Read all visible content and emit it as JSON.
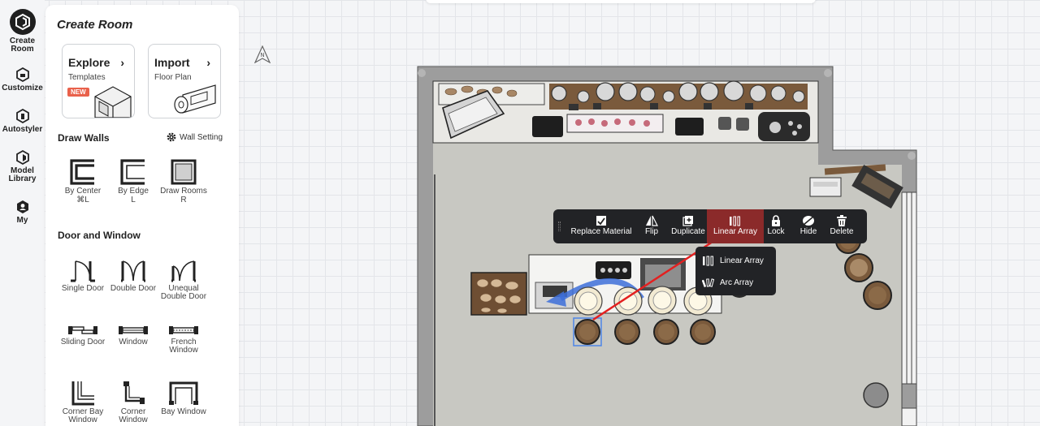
{
  "rail": [
    {
      "label": "Create",
      "label2": "Room",
      "icon": "create-room-icon"
    },
    {
      "label": "Customize",
      "label2": "",
      "icon": "customize-icon"
    },
    {
      "label": "Autostyler",
      "label2": "",
      "icon": "autostyler-icon"
    },
    {
      "label": "Model",
      "label2": "Library",
      "icon": "model-library-icon"
    },
    {
      "label": "My",
      "label2": "",
      "icon": "my-icon"
    }
  ],
  "panel": {
    "title": "Create Room",
    "explore": {
      "title": "Explore",
      "subtitle": "Templates",
      "badge": "NEW"
    },
    "import": {
      "title": "Import",
      "subtitle": "Floor Plan"
    },
    "draw_walls": {
      "title": "Draw Walls",
      "wall_setting": "Wall Setting",
      "tools": [
        {
          "label": "By Center",
          "key": "⌘L"
        },
        {
          "label": "By Edge",
          "key": "L"
        },
        {
          "label": "Draw Rooms",
          "key": "R"
        }
      ]
    },
    "door_window": {
      "title": "Door and Window",
      "tools": [
        {
          "label": "Single Door",
          "label2": ""
        },
        {
          "label": "Double Door",
          "label2": ""
        },
        {
          "label": "Unequal",
          "label2": "Double Door"
        },
        {
          "label": "Sliding Door",
          "label2": ""
        },
        {
          "label": "Window",
          "label2": ""
        },
        {
          "label": "French",
          "label2": "Window"
        },
        {
          "label": "Corner Bay",
          "label2": "Window"
        },
        {
          "label": "Corner",
          "label2": "Window"
        },
        {
          "label": "Bay Window",
          "label2": ""
        }
      ]
    }
  },
  "compass": {
    "label": "N"
  },
  "toolbar": {
    "items": [
      {
        "label": "Replace Material",
        "icon": "replace-material-icon"
      },
      {
        "label": "Flip",
        "icon": "flip-icon"
      },
      {
        "label": "Duplicate",
        "icon": "duplicate-icon"
      },
      {
        "label": "Linear Array",
        "icon": "linear-array-icon",
        "active": true
      },
      {
        "label": "Lock",
        "icon": "lock-icon"
      },
      {
        "label": "Hide",
        "icon": "hide-icon"
      },
      {
        "label": "Delete",
        "icon": "trash-icon"
      }
    ],
    "submenu": [
      {
        "label": "Linear Array",
        "icon": "linear-array-icon"
      },
      {
        "label": "Arc Array",
        "icon": "arc-array-icon"
      }
    ]
  },
  "colors": {
    "toolbar_bg": "#222326",
    "active_highlight": "#8b2a2a",
    "new_badge": "#e9614b",
    "floor": "#c8c8c2",
    "wall": "#9b9b9b",
    "wood": "#7a5a3c",
    "annotation_red": "#e32020",
    "annotation_blue": "#3d6fd9"
  }
}
